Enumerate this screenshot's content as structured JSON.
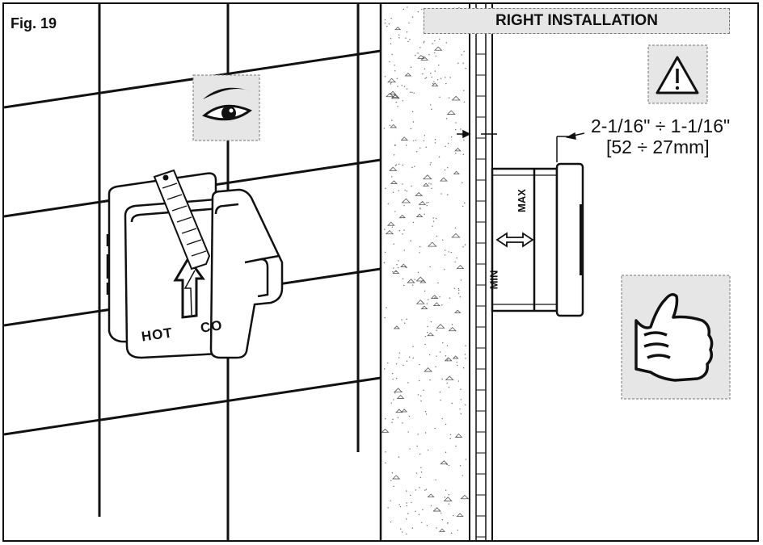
{
  "figure": {
    "label": "Fig. 19",
    "title": "RIGHT INSTALLATION"
  },
  "dimension": {
    "imperial": "2-1/16\" ÷ 1-1/16\"",
    "metric": "[52 ÷ 27mm]"
  },
  "valve_labels": {
    "hot": "HOT",
    "cold": "CO"
  },
  "side_view_labels": {
    "max": "MAX",
    "min": "MIN"
  },
  "icons": {
    "eye": "eye-icon",
    "warning": "warning-icon",
    "approval": "thumbs-up-icon"
  },
  "colors": {
    "line": "#111111",
    "box_fill": "#e6e6e6",
    "wall_speckle": "#666666"
  }
}
